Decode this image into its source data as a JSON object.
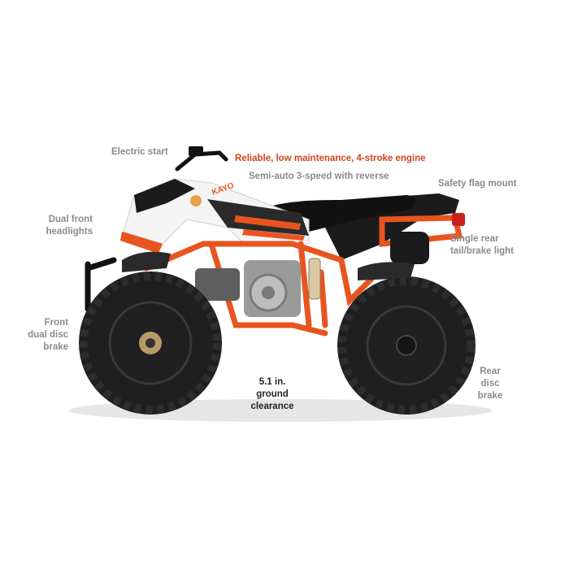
{
  "product": {
    "image_alt": "Orange and white youth ATV quad bike, side view",
    "brand_mark": "KAYO",
    "colors": {
      "frame": "#e8541f",
      "body_white": "#f4f4f4",
      "seat": "#1b1b1b",
      "tire": "#1f1f1f",
      "rim": "#202020"
    }
  },
  "callouts": {
    "electric_start": "Electric start",
    "engine": "Reliable, low maintenance, 4-stroke engine",
    "transmission": "Semi-auto 3-speed with reverse",
    "flag_mount": "Safety flag mount",
    "headlights": "Dual front\nheadlights",
    "tail_light": "Single rear\ntail/brake light",
    "front_brake": "Front\ndual disc\nbrake",
    "clearance": "5.1 in.\nground\nclearance",
    "rear_brake": "Rear\ndisc\nbrake"
  }
}
